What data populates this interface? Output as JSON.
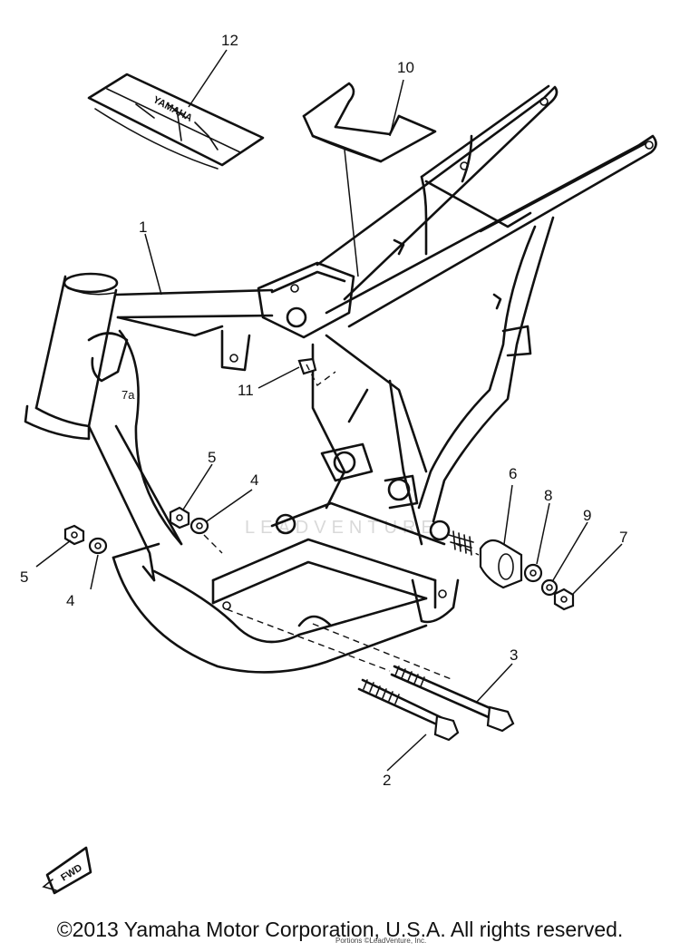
{
  "callouts": [
    {
      "id": "c1",
      "label": "1"
    },
    {
      "id": "c2",
      "label": "2"
    },
    {
      "id": "c3",
      "label": "3"
    },
    {
      "id": "c4a",
      "label": "4"
    },
    {
      "id": "c4b",
      "label": "4"
    },
    {
      "id": "c5a",
      "label": "5"
    },
    {
      "id": "c5b",
      "label": "5"
    },
    {
      "id": "c6",
      "label": "6"
    },
    {
      "id": "c7",
      "label": "7"
    },
    {
      "id": "c8",
      "label": "8"
    },
    {
      "id": "c9",
      "label": "9"
    },
    {
      "id": "c10",
      "label": "10"
    },
    {
      "id": "c11",
      "label": "11"
    },
    {
      "id": "c12",
      "label": "12"
    }
  ],
  "toolbag_text": "YAMAHA",
  "frame_mark": "7a",
  "fwd_label": "FWD",
  "watermark": "LEADVENTURE",
  "fine_print": "Portions ©LeadVenture, Inc.",
  "copyright": "©2013 Yamaha Motor Corporation, U.S.A. All rights reserved."
}
